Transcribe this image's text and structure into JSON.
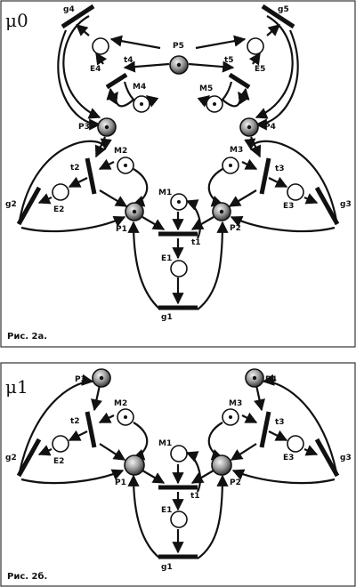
{
  "figures": [
    {
      "marking_label": "μ0",
      "caption": "Рис. 2а.",
      "places_marked": [
        "P1",
        "P2",
        "P3",
        "P4",
        "P5"
      ],
      "places_empty": [
        "M1",
        "M2",
        "M3",
        "M4",
        "M5",
        "E1",
        "E2",
        "E3",
        "E4",
        "E5"
      ],
      "tokens_in": [
        "P1",
        "P2",
        "P3",
        "P4",
        "P5",
        "M1",
        "M2",
        "M3",
        "M4",
        "M5"
      ],
      "transitions": [
        "t1",
        "t2",
        "t3",
        "t4",
        "t5"
      ],
      "returns": [
        "g1",
        "g2",
        "g3",
        "g4",
        "g5"
      ]
    },
    {
      "marking_label": "μ1",
      "caption": "Рис. 2б.",
      "places_marked": [
        "P1",
        "P2",
        "P3",
        "P4"
      ],
      "places_empty": [
        "M1",
        "M2",
        "M3",
        "E1",
        "E2",
        "E3"
      ],
      "tokens_in": [
        "P3",
        "P4",
        "M2",
        "M3"
      ],
      "transitions": [
        "t1",
        "t2",
        "t3"
      ],
      "returns": [
        "g1",
        "g2",
        "g3"
      ]
    }
  ],
  "labels": {
    "P1": "P1",
    "P2": "P2",
    "P3": "P3",
    "P4": "P4",
    "P5": "P5",
    "M1": "M1",
    "M2": "M2",
    "M3": "M3",
    "M4": "M4",
    "M5": "M5",
    "E1": "E1",
    "E2": "E2",
    "E3": "E3",
    "E4": "E4",
    "E5": "E5",
    "t1": "t1",
    "t2": "t2",
    "t3": "t3",
    "t4": "t4",
    "t5": "t5",
    "g1": "g1",
    "g2": "g2",
    "g3": "g3",
    "g4": "g4",
    "g5": "g5"
  }
}
